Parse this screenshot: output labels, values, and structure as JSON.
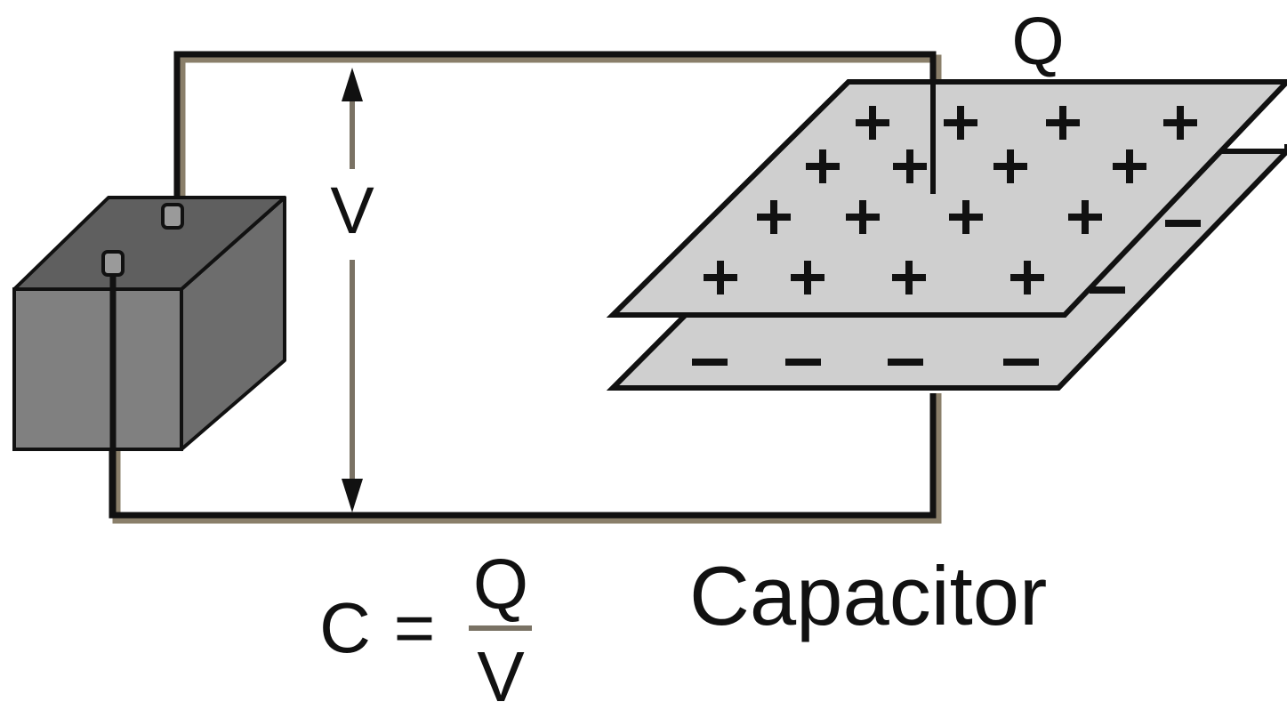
{
  "diagram": {
    "voltage_label": "V",
    "charge_label": "Q",
    "component_label": "Capacitor",
    "formula": {
      "lhs": "C",
      "equals": "=",
      "numerator": "Q",
      "denominator": "V"
    },
    "plus_sign": "+",
    "minus_sign": "–"
  },
  "colors": {
    "battery_front": "#808080",
    "battery_top": "#5f5f5f",
    "battery_side": "#6d6d6d",
    "plate_fill": "#cfcfcf",
    "wire": "#111111",
    "wire_shadow": "#8a7f6a",
    "arrow": "#7a7264",
    "text": "#111111"
  }
}
